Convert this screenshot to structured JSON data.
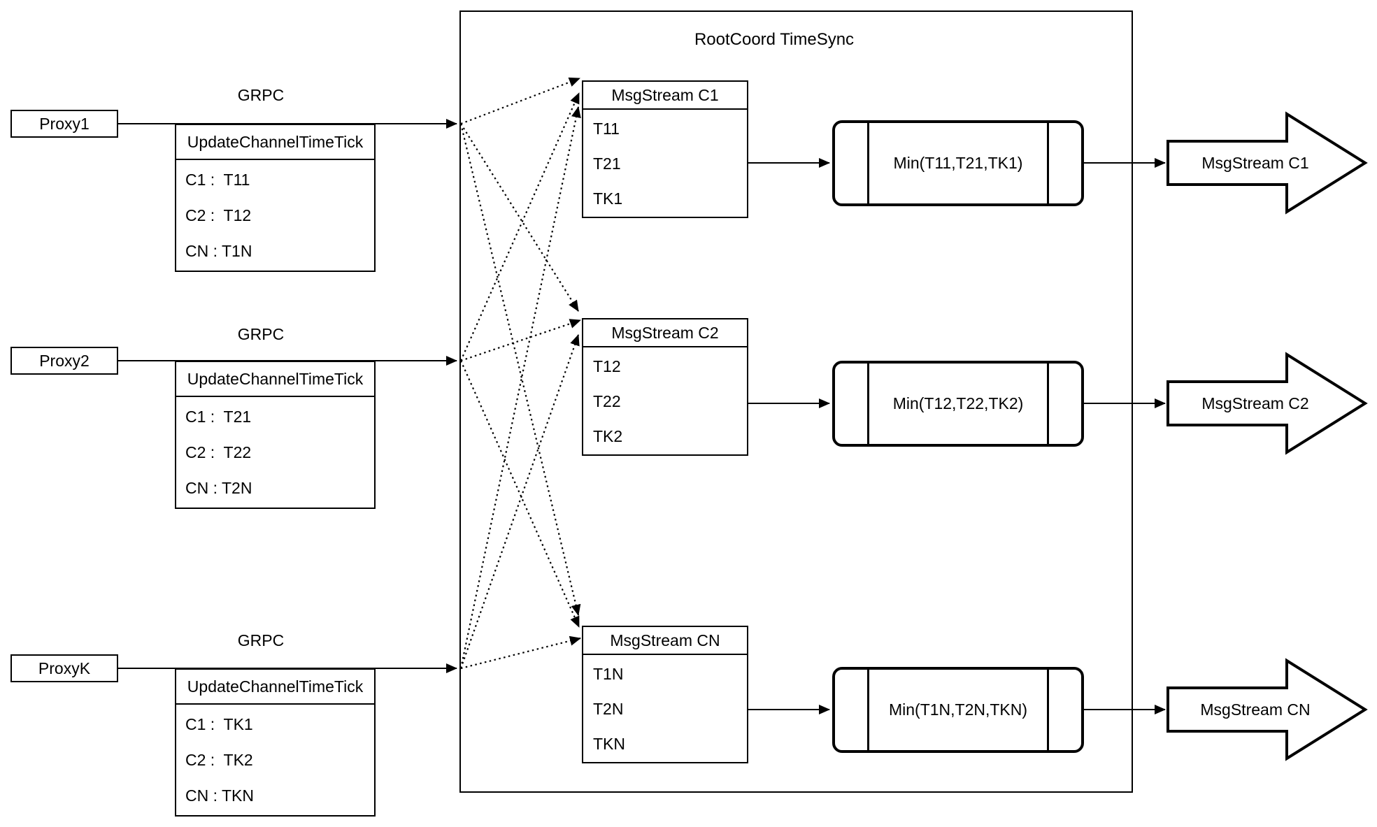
{
  "title": "RootCoord TimeSync",
  "grpc_label": "GRPC",
  "colors": {
    "stroke": "#000000",
    "background": "#ffffff"
  },
  "proxies": [
    {
      "name": "Proxy1",
      "table_header": "UpdateChannelTimeTick",
      "rows": [
        "C1 :  T11",
        "C2 :  T12",
        "CN : T1N"
      ]
    },
    {
      "name": "Proxy2",
      "table_header": "UpdateChannelTimeTick",
      "rows": [
        "C1 :  T21",
        "C2 :  T22",
        "CN : T2N"
      ]
    },
    {
      "name": "ProxyK",
      "table_header": "UpdateChannelTimeTick",
      "rows": [
        "C1 :  TK1",
        "C2 :  TK2",
        "CN : TKN"
      ]
    }
  ],
  "streams": [
    {
      "header": "MsgStream C1",
      "rows": [
        "T11",
        "T21",
        "TK1"
      ],
      "min_label": "Min(T11,T21,TK1)",
      "output_label": "MsgStream C1"
    },
    {
      "header": "MsgStream C2",
      "rows": [
        "T12",
        "T22",
        "TK2"
      ],
      "min_label": "Min(T12,T22,TK2)",
      "output_label": "MsgStream C2"
    },
    {
      "header": "MsgStream CN",
      "rows": [
        "T1N",
        "T2N",
        "TKN"
      ],
      "min_label": "Min(T1N,T2N,TKN)",
      "output_label": "MsgStream CN"
    }
  ]
}
